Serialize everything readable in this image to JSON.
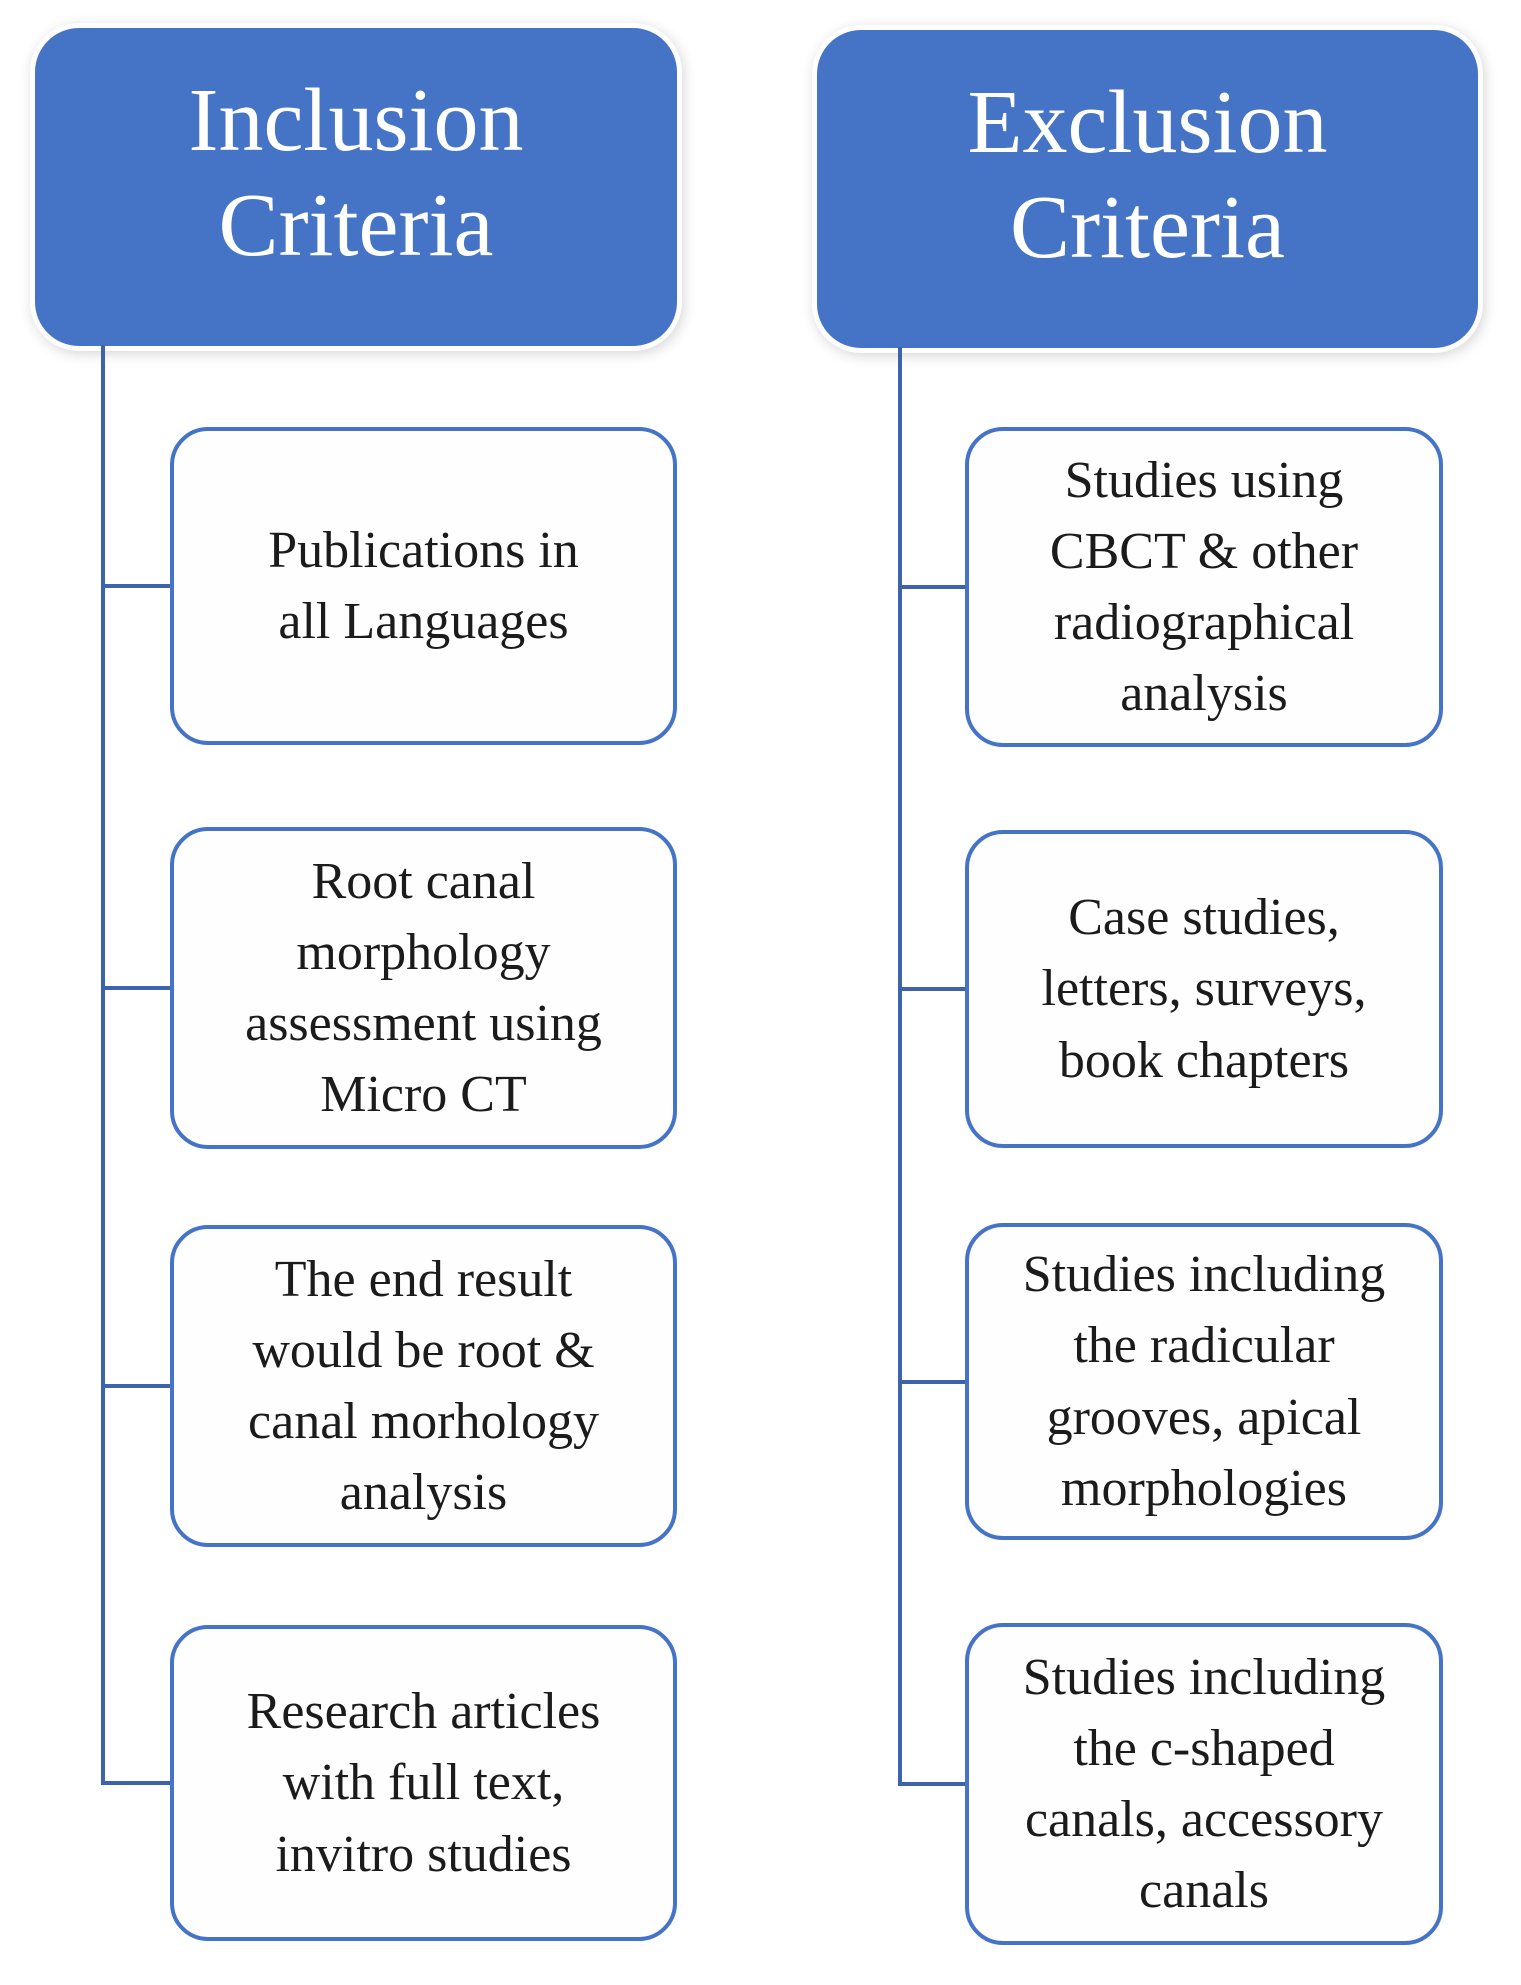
{
  "columns": [
    {
      "id": "inclusion",
      "header": "Inclusion\nCriteria",
      "items": [
        "Publications in\nall Languages",
        "Root canal\nmorphology\nassessment using\nMicro CT",
        "The end result\nwould be root &\ncanal morhology\nanalysis",
        "Research articles\nwith full text,\ninvitro studies"
      ]
    },
    {
      "id": "exclusion",
      "header": "Exclusion\nCriteria",
      "items": [
        "Studies using\nCBCT & other\nradiographical\nanalysis",
        "Case studies,\nletters, surveys,\nbook chapters",
        "Studies including\nthe radicular\ngrooves, apical\nmorphologies",
        "Studies including\nthe c-shaped\ncanals, accessory\ncanals"
      ]
    }
  ],
  "colors": {
    "header_fill": "#4573C6",
    "header_text": "#FFFFFF",
    "box_border": "#4573C8",
    "box_fill": "#FEFEFE",
    "connector_line": "#3D63AD",
    "body_text": "#1B1B1B",
    "background": "#FFFFFF"
  }
}
